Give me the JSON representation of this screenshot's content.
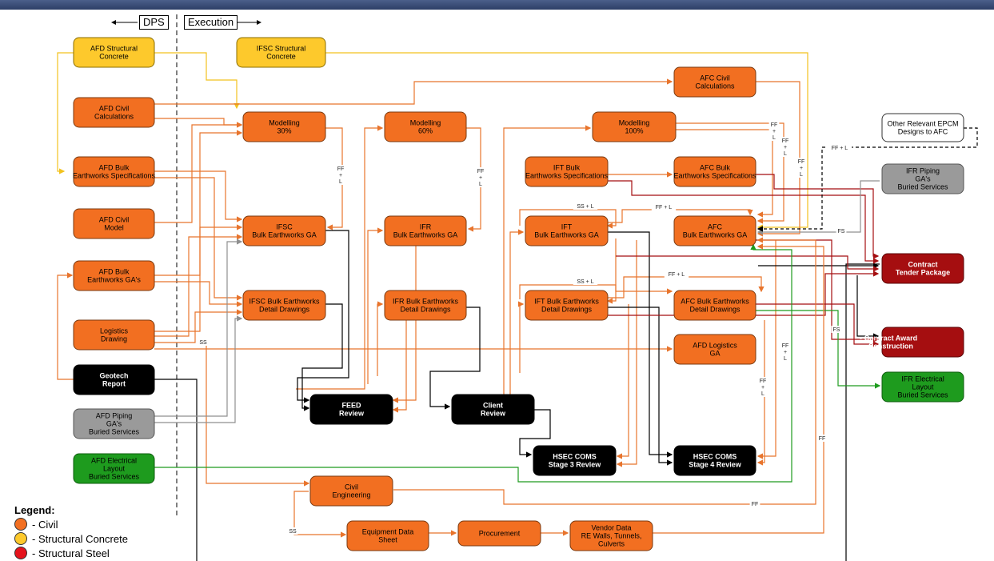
{
  "header": {
    "dps": "DPS",
    "execution": "Execution"
  },
  "colors": {
    "civil": "#f26f21",
    "structural_concrete": "#fdc92c",
    "structural_steel": "#e5131c",
    "black": "#000000",
    "grey": "#9a9a9a",
    "green": "#1e9b1e",
    "darkred": "#a50e10"
  },
  "boxes": [
    {
      "id": "afd_struct",
      "lines": [
        "AFD Structural",
        "Concrete"
      ],
      "kind": "yellow"
    },
    {
      "id": "ifsc_struct",
      "lines": [
        "IFSC Structural",
        "Concrete"
      ],
      "kind": "yellow"
    },
    {
      "id": "afd_civil_calc",
      "lines": [
        "AFD Civil",
        "Calculations"
      ],
      "kind": "orange"
    },
    {
      "id": "afd_bulk_spec",
      "lines": [
        "AFD Bulk",
        "Earthworks Specifications"
      ],
      "kind": "orange"
    },
    {
      "id": "afd_civil_model",
      "lines": [
        "AFD Civil",
        "Model"
      ],
      "kind": "orange"
    },
    {
      "id": "afd_bulk_ga",
      "lines": [
        "AFD Bulk",
        "Earthworks GA's"
      ],
      "kind": "orange"
    },
    {
      "id": "logistics",
      "lines": [
        "Logistics",
        "Drawing"
      ],
      "kind": "orange"
    },
    {
      "id": "geotech",
      "lines": [
        "Geotech",
        "Report"
      ],
      "kind": "black"
    },
    {
      "id": "afd_piping",
      "lines": [
        "AFD Piping",
        "GA's",
        "Buried Services"
      ],
      "kind": "grey"
    },
    {
      "id": "afd_elec",
      "lines": [
        "AFD Electrical",
        "Layout",
        "Buried Services"
      ],
      "kind": "green"
    },
    {
      "id": "mod30",
      "lines": [
        "Modelling",
        "30%"
      ],
      "kind": "orange"
    },
    {
      "id": "ifsc_ga",
      "lines": [
        "IFSC",
        "Bulk Earthworks GA"
      ],
      "kind": "orange"
    },
    {
      "id": "ifsc_detail",
      "lines": [
        "IFSC Bulk Earthworks",
        "Detail Drawings"
      ],
      "kind": "orange"
    },
    {
      "id": "mod60",
      "lines": [
        "Modelling",
        "60%"
      ],
      "kind": "orange"
    },
    {
      "id": "ifr_ga",
      "lines": [
        "IFR",
        "Bulk Earthworks GA"
      ],
      "kind": "orange"
    },
    {
      "id": "ifr_detail",
      "lines": [
        "IFR Bulk Earthworks",
        "Detail Drawings"
      ],
      "kind": "orange"
    },
    {
      "id": "feed",
      "lines": [
        "FEED",
        "Review"
      ],
      "kind": "black"
    },
    {
      "id": "client",
      "lines": [
        "Client",
        "Review"
      ],
      "kind": "black"
    },
    {
      "id": "mod100",
      "lines": [
        "Modelling",
        "100%"
      ],
      "kind": "orange"
    },
    {
      "id": "ift_spec",
      "lines": [
        "IFT Bulk",
        "Earthworks Specifications"
      ],
      "kind": "orange"
    },
    {
      "id": "ift_ga",
      "lines": [
        "IFT",
        "Bulk Earthworks GA"
      ],
      "kind": "orange"
    },
    {
      "id": "ift_detail",
      "lines": [
        "IFT Bulk Earthworks",
        "Detail Drawings"
      ],
      "kind": "orange"
    },
    {
      "id": "hsec3",
      "lines": [
        "HSEC COMS",
        "Stage 3 Review"
      ],
      "kind": "black"
    },
    {
      "id": "afc_calc",
      "lines": [
        "AFC Civil",
        "Calculations"
      ],
      "kind": "orange"
    },
    {
      "id": "afc_spec",
      "lines": [
        "AFC Bulk",
        "Earthworks Specifications"
      ],
      "kind": "orange"
    },
    {
      "id": "afc_ga",
      "lines": [
        "AFC",
        "Bulk Earthworks GA"
      ],
      "kind": "orange"
    },
    {
      "id": "afc_detail",
      "lines": [
        "AFC Bulk Earthworks",
        "Detail Drawings"
      ],
      "kind": "orange"
    },
    {
      "id": "afd_logistics_ga",
      "lines": [
        "AFD Logistics",
        "GA"
      ],
      "kind": "orange"
    },
    {
      "id": "hsec4",
      "lines": [
        "HSEC COMS",
        "Stage 4 Review"
      ],
      "kind": "black"
    },
    {
      "id": "civil_eng",
      "lines": [
        "Civil",
        "Engineering"
      ],
      "kind": "orange"
    },
    {
      "id": "equip",
      "lines": [
        "Equipment Data",
        "Sheet"
      ],
      "kind": "orange"
    },
    {
      "id": "procurement",
      "lines": [
        "Procurement"
      ],
      "kind": "orange"
    },
    {
      "id": "vendor",
      "lines": [
        "Vendor Data",
        "RE Walls, Tunnels,",
        "Culverts"
      ],
      "kind": "orange"
    },
    {
      "id": "other_epcm",
      "lines": [
        "Other Relevant EPCM",
        "Designs to AFC"
      ],
      "kind": "white"
    },
    {
      "id": "ifr_piping",
      "lines": [
        "IFR Piping",
        "GA's",
        "Buried Services"
      ],
      "kind": "grey"
    },
    {
      "id": "contract_tender",
      "lines": [
        "Contract",
        "Tender Package"
      ],
      "kind": "darkred"
    },
    {
      "id": "contract_award",
      "lines": [
        "▪  Contract Award",
        "▪  Construction"
      ],
      "kind": "darkred"
    },
    {
      "id": "ifr_elec",
      "lines": [
        "IFR Electrical",
        "Layout",
        "Buried Services"
      ],
      "kind": "green"
    }
  ],
  "link_labels": [
    {
      "id": "ffl_mod30",
      "text": "FF\n+\nL"
    },
    {
      "id": "ffl_mod60",
      "text": "FF\n+\nL"
    },
    {
      "id": "ffl_mod100_a",
      "text": "FF\n+\nL"
    },
    {
      "id": "ffl_mod100_b",
      "text": "FF\n+\nL"
    },
    {
      "id": "ffl_afc_calc",
      "text": "FF\n+\nL"
    },
    {
      "id": "ffl_hsec4_a",
      "text": "FF\n+\nL"
    },
    {
      "id": "ffl_hsec4_b",
      "text": "FF\n+\nL"
    },
    {
      "id": "ss_ift_ga",
      "text": "SS + L"
    },
    {
      "id": "ss_ift_detail",
      "text": "SS + L"
    },
    {
      "id": "ffl_afc_ga",
      "text": "FF + L"
    },
    {
      "id": "ffl_afc_detail",
      "text": "FF + L"
    },
    {
      "id": "ffl_epcm",
      "text": "FF + L"
    },
    {
      "id": "fs_afc_ga",
      "text": "FS"
    },
    {
      "id": "fs_elec",
      "text": "FS"
    },
    {
      "id": "ss_logistics",
      "text": "SS"
    },
    {
      "id": "ss_equip",
      "text": "SS"
    },
    {
      "id": "ff_civil",
      "text": "FF"
    },
    {
      "id": "ff_vendor",
      "text": "FF"
    }
  ],
  "legend": {
    "title": "Legend:",
    "items": [
      {
        "label": "-  Civil",
        "color": "#f26f21"
      },
      {
        "label": "-  Structural Concrete",
        "color": "#fdc92c"
      },
      {
        "label": "-  Structural Steel",
        "color": "#e5131c"
      }
    ]
  }
}
